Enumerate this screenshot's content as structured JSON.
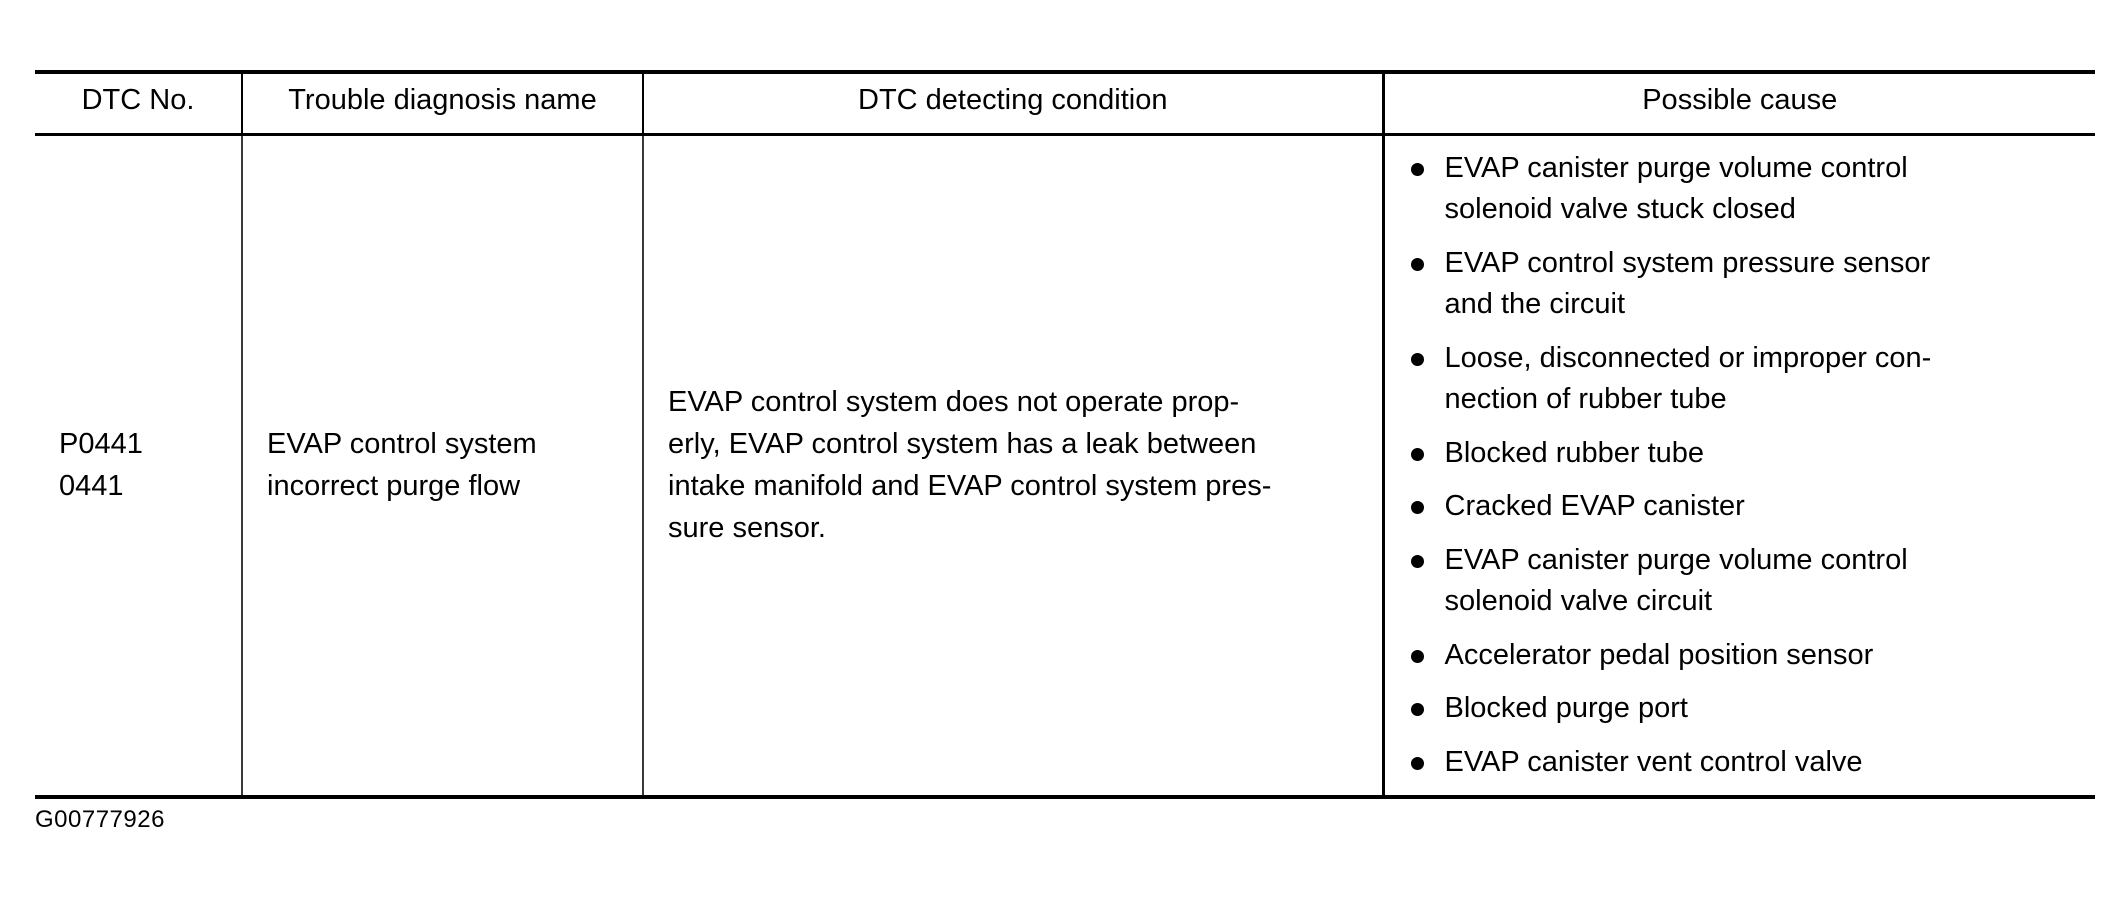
{
  "table": {
    "headers": [
      {
        "id": "dtc-no",
        "label": "DTC No."
      },
      {
        "id": "diag-name",
        "label": "Trouble diagnosis name"
      },
      {
        "id": "condition",
        "label": "DTC detecting condition"
      },
      {
        "id": "cause",
        "label": "Possible cause"
      }
    ],
    "row": {
      "dtc_no_lines": [
        "P0441",
        "0441"
      ],
      "diagnosis_name_lines": [
        "EVAP control system",
        "incorrect purge flow"
      ],
      "detecting_condition_lines": [
        "EVAP control system does not operate prop-",
        "erly, EVAP control system has a leak between",
        "intake manifold and EVAP control system pres-",
        "sure sensor."
      ],
      "detecting_condition_text": "EVAP control system does not operate properly, EVAP control system has a leak between intake manifold and EVAP control system pressure sensor.",
      "possible_causes": [
        {
          "lines": [
            "EVAP canister purge volume control",
            "solenoid valve stuck closed"
          ],
          "text": "EVAP canister purge volume control solenoid valve stuck closed"
        },
        {
          "lines": [
            "EVAP control system pressure sensor",
            "and the circuit"
          ],
          "text": "EVAP control system pressure sensor and the circuit"
        },
        {
          "lines": [
            "Loose, disconnected or improper con-",
            "nection of rubber tube"
          ],
          "text": "Loose, disconnected or improper connection of rubber tube"
        },
        {
          "lines": [
            "Blocked rubber tube"
          ],
          "text": "Blocked rubber tube"
        },
        {
          "lines": [
            "Cracked EVAP canister"
          ],
          "text": "Cracked EVAP canister"
        },
        {
          "lines": [
            "EVAP canister purge volume control",
            "solenoid valve circuit"
          ],
          "text": "EVAP canister purge volume control solenoid valve circuit"
        },
        {
          "lines": [
            "Accelerator pedal position sensor"
          ],
          "text": "Accelerator pedal position sensor"
        },
        {
          "lines": [
            "Blocked purge port"
          ],
          "text": "Blocked purge port"
        },
        {
          "lines": [
            "EVAP canister vent control valve"
          ],
          "text": "EVAP canister vent control valve"
        }
      ]
    }
  },
  "footer": {
    "figure_id": "G00777926"
  },
  "colors": {
    "text": "#000000",
    "background": "#ffffff",
    "border": "#000000"
  }
}
